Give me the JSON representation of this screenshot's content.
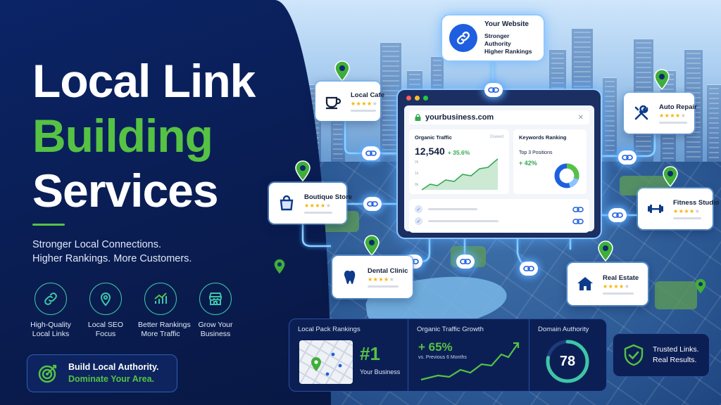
{
  "hero": {
    "title_line1": "Local Link",
    "title_line2": "Building",
    "title_line3": "Services",
    "tagline_line1": "Stronger Local Connections.",
    "tagline_line2": "Higher Rankings. More Customers."
  },
  "features": [
    {
      "icon": "chain-link-icon",
      "line1": "High-Quality",
      "line2": "Local Links"
    },
    {
      "icon": "map-pin-icon",
      "line1": "Local SEO",
      "line2": "Focus"
    },
    {
      "icon": "bar-chart-icon",
      "line1": "Better Rankings",
      "line2": "More Traffic"
    },
    {
      "icon": "storefront-icon",
      "line1": "Grow Your",
      "line2": "Business"
    }
  ],
  "cta": {
    "icon": "target-icon",
    "line1": "Build Local Authority.",
    "line2": "Dominate Your Area."
  },
  "website_card": {
    "title": "Your Website",
    "line1": "Stronger Authority",
    "line2": "Higher Rankings"
  },
  "browser": {
    "url": "yourbusiness.com",
    "traffic": {
      "label": "Organic Traffic",
      "muted": "Gseed",
      "value": "12,540",
      "change": "+ 35.6%",
      "axis": [
        "2k",
        "1k",
        "0k"
      ]
    },
    "keywords": {
      "label": "Keywords Ranking",
      "sub": "Top 3 Positions",
      "change": "+ 42%"
    }
  },
  "businesses": [
    {
      "name": "Local Cafe",
      "icon": "coffee-cup-icon",
      "stars": 4
    },
    {
      "name": "Auto Repair",
      "icon": "wrench-screwdriver-icon",
      "stars": 4
    },
    {
      "name": "Boutique Store",
      "icon": "shopping-bag-icon",
      "stars": 4
    },
    {
      "name": "Fitness Studio",
      "icon": "dumbbell-icon",
      "stars": 4
    },
    {
      "name": "Dental Clinic",
      "icon": "tooth-icon",
      "stars": 4
    },
    {
      "name": "Real Estate",
      "icon": "house-icon",
      "stars": 4
    }
  ],
  "stats": {
    "local_pack": {
      "label": "Local Pack Rankings",
      "rank": "#1",
      "sub": "Your Business"
    },
    "growth": {
      "label": "Organic Traffic Growth",
      "value": "+ 65%",
      "sub": "vs. Previous 6 Months"
    },
    "authority": {
      "label": "Domain Authority",
      "value": "78",
      "fraction": 0.78
    }
  },
  "trust": {
    "line1": "Trusted Links.",
    "line2": "Real Results."
  },
  "colors": {
    "navy": "#0a1d4a",
    "green": "#56c244",
    "blue": "#1e5fe0",
    "teal": "#3ec6a6",
    "star": "#f5b400"
  }
}
